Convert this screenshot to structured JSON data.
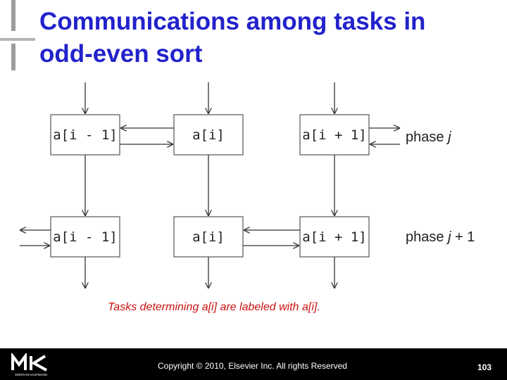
{
  "slide": {
    "title_line1": "Communications among tasks in",
    "title_line2": "odd-even sort",
    "caption": "Tasks determining a[i] are labeled with a[i].",
    "copyright": "Copyright © 2010, Elsevier Inc. All rights Reserved",
    "page_number": "103",
    "logo_text": "MORGAN KAUFMANN"
  },
  "diagram": {
    "row1": [
      "a[i - 1]",
      "a[i]",
      "a[i + 1]"
    ],
    "row2": [
      "a[i - 1]",
      "a[i]",
      "a[i + 1]"
    ],
    "phase_j_word": "phase",
    "phase_j_var": "j",
    "phase_j1_word": "phase",
    "phase_j1_var": "j",
    "phase_j1_suffix": " + 1"
  },
  "colors": {
    "title": "#2222cc",
    "caption": "#cc1111",
    "footer": "#000000"
  }
}
